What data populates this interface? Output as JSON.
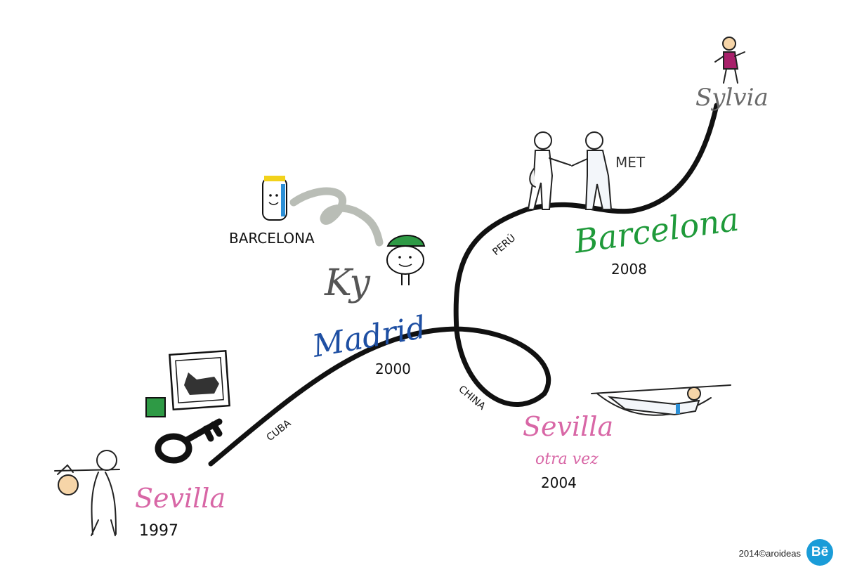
{
  "timeline": {
    "stops": {
      "sevilla_start": {
        "city": "Sevilla",
        "year": "1997"
      },
      "madrid": {
        "city": "Madrid",
        "year": "2000"
      },
      "sevilla_again": {
        "city": "Sevilla",
        "note": "otra vez",
        "year": "2004"
      },
      "barcelona_end": {
        "city": "Barcelona",
        "year": "2008"
      },
      "sylvia": {
        "name": "Sylvia"
      }
    },
    "route_labels": {
      "cuba": "CUBA",
      "china": "CHINA",
      "peru": "PERÚ"
    },
    "barcelona_side": "BARCELONA",
    "met_label": "MET",
    "ky_label": "Ky"
  },
  "colors": {
    "line": "#111111",
    "sevilla": "#d867a6",
    "madrid": "#1e4fa3",
    "barcelona": "#1f9a3a",
    "sylvia": "#6a6a6a",
    "grey_swirl": "#b9bdb6",
    "green_cap": "#2e9a45",
    "accent_blue": "#2b8fd6",
    "accent_yellow": "#f2d21b",
    "behance": "#1a9cd8"
  },
  "footer": {
    "credit": "2014©aroideas",
    "behance_icon": "Bē"
  }
}
